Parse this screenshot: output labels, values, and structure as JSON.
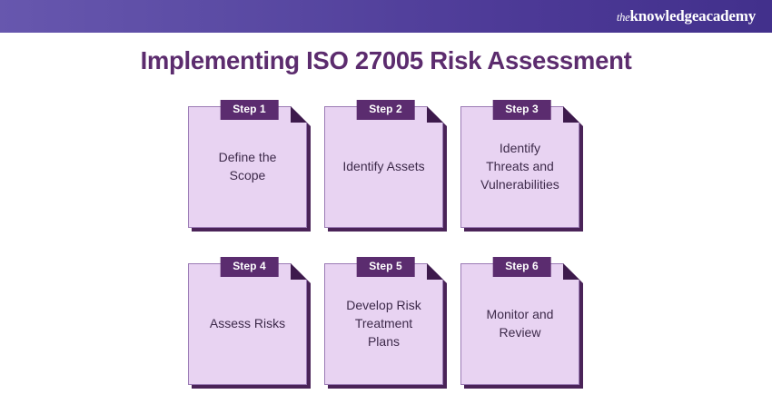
{
  "header": {
    "brand_prefix": "the",
    "brand_main": "knowledgeacademy",
    "gradient_start": "#6757ae",
    "gradient_end": "#42308c"
  },
  "title": "Implementing ISO 27005 Risk Assessment",
  "colors": {
    "title": "#5c2c6e",
    "card_fill": "#e8d3f2",
    "card_border": "#9b7bb5",
    "card_shadow": "#4a2358",
    "tab_bg": "#5b2c6f",
    "tab_text": "#ffffff",
    "body_text": "#3d2a4a",
    "page_bg": "#ffffff"
  },
  "steps": [
    {
      "tab": "Step 1",
      "label": "Define the\nScope"
    },
    {
      "tab": "Step 2",
      "label": "Identify Assets"
    },
    {
      "tab": "Step 3",
      "label": "Identify\nThreats and\nVulnerabilities"
    },
    {
      "tab": "Step 4",
      "label": "Assess Risks"
    },
    {
      "tab": "Step 5",
      "label": "Develop Risk\nTreatment\nPlans"
    },
    {
      "tab": "Step 6",
      "label": "Monitor and\nReview"
    }
  ]
}
